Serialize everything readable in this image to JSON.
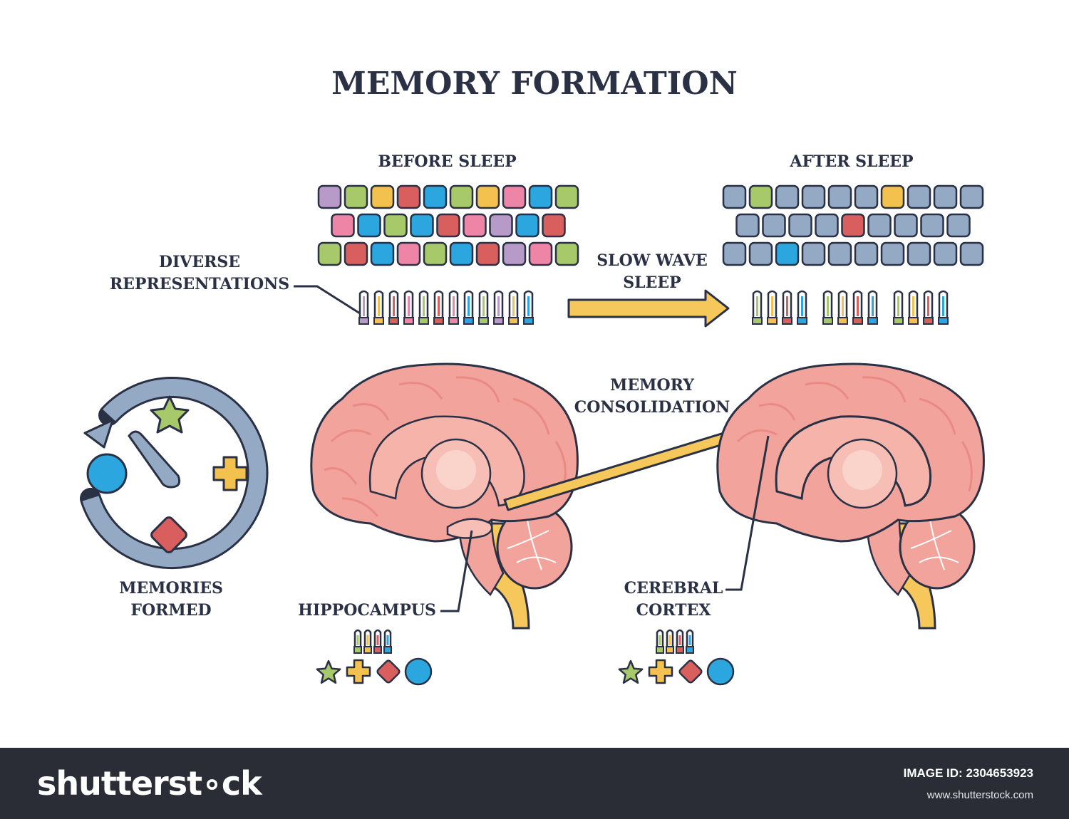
{
  "title": "MEMORY FORMATION",
  "labels": {
    "before_sleep": "BEFORE SLEEP",
    "after_sleep": "AFTER SLEEP",
    "diverse_1": "DIVERSE",
    "diverse_2": "REPRESENTATIONS",
    "slow_wave_1": "SLOW WAVE",
    "slow_wave_2": "SLEEP",
    "memory_consolidation_1": "MEMORY",
    "memory_consolidation_2": "CONSOLIDATION",
    "memories_formed_1": "MEMORIES",
    "memories_formed_2": "FORMED",
    "hippocampus": "HIPPOCAMPUS",
    "cerebral_1": "CEREBRAL",
    "cerebral_2": "CORTEX"
  },
  "palette": {
    "purple": "#b89ac8",
    "green": "#a8c96a",
    "yellow": "#f2c14e",
    "red": "#d95f5f",
    "blue": "#2ba6de",
    "pink": "#ef85a6",
    "gray": "#93a9c4",
    "outline": "#2b3145",
    "arrow": "#f6c75a",
    "brain": "#f2a39b",
    "brain_dark": "#e98b84"
  },
  "grids": {
    "before": [
      [
        "purple",
        "green",
        "yellow",
        "red",
        "blue",
        "green",
        "yellow",
        "pink",
        "blue",
        "green"
      ],
      [
        "pink",
        "blue",
        "green",
        "blue",
        "red",
        "pink",
        "purple",
        "blue",
        "red"
      ],
      [
        "green",
        "red",
        "blue",
        "pink",
        "green",
        "blue",
        "red",
        "purple",
        "pink",
        "green"
      ]
    ],
    "after": [
      [
        "gray",
        "green",
        "gray",
        "gray",
        "gray",
        "gray",
        "yellow",
        "gray",
        "gray",
        "gray"
      ],
      [
        "gray",
        "gray",
        "gray",
        "gray",
        "red",
        "gray",
        "gray",
        "gray",
        "gray"
      ],
      [
        "gray",
        "gray",
        "blue",
        "gray",
        "gray",
        "gray",
        "gray",
        "gray",
        "gray",
        "gray"
      ]
    ]
  },
  "spikes": {
    "before": [
      "purple",
      "yellow",
      "red",
      "pink",
      "green",
      "red",
      "pink",
      "blue",
      "green",
      "purple",
      "yellow",
      "blue"
    ],
    "after_groups": [
      [
        "green",
        "yellow",
        "red",
        "blue"
      ],
      [
        "green",
        "yellow",
        "red",
        "blue"
      ],
      [
        "green",
        "yellow",
        "red",
        "blue"
      ]
    ],
    "small": [
      "green",
      "yellow",
      "red",
      "blue"
    ]
  },
  "memory_icons": [
    "green star",
    "yellow cross",
    "red diamond",
    "blue circle"
  ],
  "footer": {
    "brand": "shutterst∘ck",
    "image_id": "IMAGE ID: 2304653923",
    "site": "www.shutterstock.com"
  }
}
